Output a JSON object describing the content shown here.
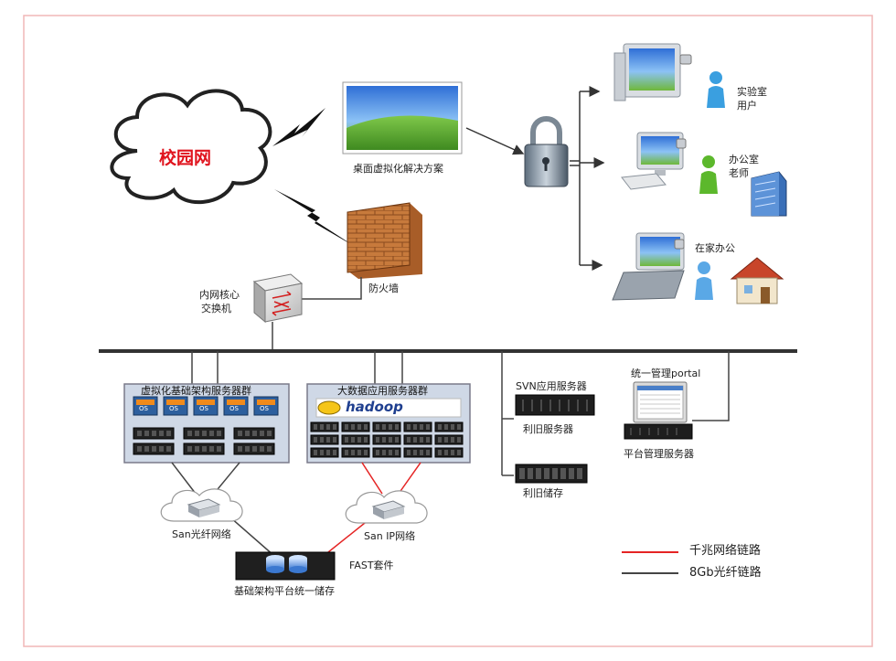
{
  "cloud_label": "校园网",
  "desktop_label": "桌面虚拟化解决方案",
  "firewall_label": "防火墙",
  "core_switch_label_1": "内网核心",
  "core_switch_label_2": "交换机",
  "users": [
    {
      "line1": "实验室",
      "line2": "用户"
    },
    {
      "line1": "办公室",
      "line2": "老师"
    },
    {
      "line1": "在家办公",
      "line2": ""
    }
  ],
  "virt_cluster_title": "虚拟化基础架构服务器群",
  "vm_os_label": "OS",
  "bigdata_cluster_title": "大数据应用服务器群",
  "hadoop_label": "hadoop",
  "svn_label": "SVN应用服务器",
  "legacy_server_label": "利旧服务器",
  "legacy_storage_label": "利旧储存",
  "portal_label": "统一管理portal",
  "mgmt_server_label": "平台管理服务器",
  "san_fc_label": "San光纤网络",
  "san_ip_label": "San IP网络",
  "fast_label": "FAST套件",
  "unified_storage_label": "基础架构平台统一储存",
  "legend": [
    {
      "label": "千兆网络链路",
      "color": "#e52424"
    },
    {
      "label": "8Gb光纤链路",
      "color": "#444444"
    }
  ],
  "colors": {
    "frame": "#f1b7b7",
    "cloud_text": "#e0141e",
    "cluster_bg": "#cfd8e6",
    "cluster_border": "#7a7a8a"
  }
}
